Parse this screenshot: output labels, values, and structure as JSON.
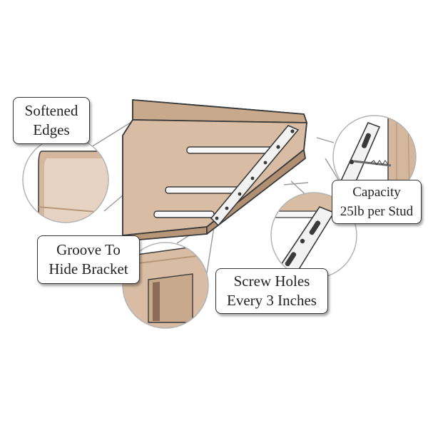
{
  "colors": {
    "wood_light": "#dcc4ae",
    "wood_mid": "#c9a98c",
    "wood_dark": "#8a6b55",
    "bracket_metal": "#f4f4f4",
    "outline": "#3a3a3a",
    "shadow_gray": "#b4b4b4"
  },
  "callouts": {
    "softened_edges": {
      "line1": "Softened",
      "line2": "Edges"
    },
    "groove": {
      "line1": "Groove To",
      "line2": "Hide Bracket"
    },
    "capacity": {
      "line1": "Capacity",
      "line2": "25lb per Stud"
    },
    "screw_holes": {
      "line1": "Screw Holes",
      "line2": "Every 3 Inches"
    }
  },
  "icons": [
    "corner-shelf",
    "edge-detail-magnifier",
    "groove-detail-magnifier",
    "stud-screw-magnifier",
    "bracket-holes-magnifier"
  ]
}
